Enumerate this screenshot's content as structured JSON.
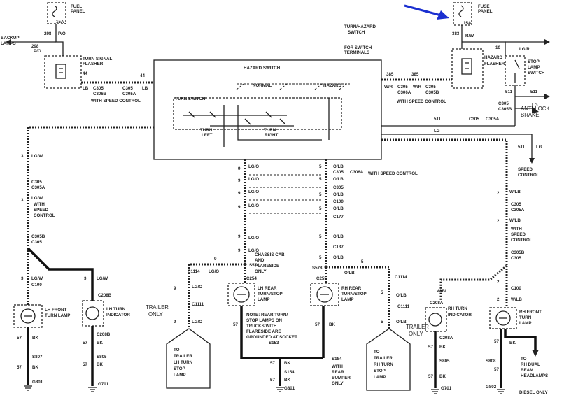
{
  "components": {
    "fuse_left": {
      "lines": [
        "FUEL",
        "PANEL"
      ],
      "rating": "15A"
    },
    "fuse_right": {
      "lines": [
        "FUSE",
        "PANEL"
      ],
      "rating": "15A"
    },
    "turn_flasher": {
      "lines": [
        "TURN SIGNAL",
        "FLASHER"
      ]
    },
    "hazard_flasher": {
      "lines": [
        "HAZARD",
        "FLASHER"
      ]
    },
    "stop_lamp_switch": {
      "lines": [
        "STOP",
        "LAMP",
        "SWITCH"
      ]
    },
    "hazard_switch": "HAZARD SWITCH",
    "turn_switch": "TURN SWITCH",
    "normal": "NORMAL",
    "hazard": "HAZARD",
    "turn_left": [
      "TURN",
      "LEFT"
    ],
    "turn_right": [
      "TURN",
      "RIGHT"
    ],
    "turn_hazard_switch": [
      "TURN/HAZARD",
      "SWITCH"
    ],
    "switch_terminals": [
      "FOR SWITCH",
      "TERMINALS"
    ],
    "backup_lamps": [
      "BACKUP",
      "LAMPS"
    ],
    "antilock": [
      "ANTI-LOCK",
      "BRAKE"
    ],
    "speed_control_right": [
      "SPEED",
      "CONTROL"
    ],
    "lh_front": [
      "LH FRONT",
      "TURN LAMP"
    ],
    "lh_indicator": [
      "LH TURN",
      "INDICATOR"
    ],
    "rh_front": [
      "RH FRONT",
      "TURN",
      "LAMP"
    ],
    "rh_indicator": [
      "RH TURN",
      "INDICATOR"
    ],
    "lh_rear": [
      "LH REAR",
      "TURN/STOP",
      "LAMP"
    ],
    "rh_rear": [
      "RH REAR",
      "TURN/STOP",
      "LAMP"
    ],
    "trailer_only_left": [
      "TRAILER",
      "ONLY"
    ],
    "trailer_only_right": [
      "TRAILER",
      "ONLY"
    ],
    "trailer_lh": [
      "TO",
      "TRAILER",
      "LH TURN",
      "STOP",
      "LAMP"
    ],
    "trailer_rh": [
      "TO",
      "TRAILER",
      "RH TURN",
      "STOP",
      "LAMP"
    ],
    "chassis_cab": [
      "CHASSIS CAB",
      "AND",
      "FLARESIDE",
      "ONLY"
    ],
    "note": [
      "NOTE: REAR TURN/",
      "STOP LAMPS ON",
      "TRUCKS WITH",
      "FLARESIDE ARE",
      "GROUNDED AT SOCKET"
    ],
    "rear_bumper": [
      "WITH",
      "REAR",
      "BUMPER",
      "ONLY"
    ],
    "rh_dual": [
      "TO",
      "RH DUAL",
      "BEAM",
      "HEADLAMPS"
    ],
    "diesel_only": "DIESEL ONLY"
  },
  "wire_labels": {
    "w298": "298",
    "po": "P/O",
    "w44": "44",
    "lb": "LB",
    "lgw": "LG/W",
    "w3": "3",
    "w385": "385",
    "wr": "W/R",
    "w383": "383",
    "rw": "R/W",
    "w10": "10",
    "lgr": "LG/R",
    "w511": "511",
    "lg": "LG",
    "w9": "9",
    "lgo": "LG/O",
    "w5": "5",
    "olb": "O/LB",
    "w2": "2",
    "wlb": "W/LB",
    "wbl": "W/BL",
    "w57": "57",
    "bk": "BK"
  },
  "connectors": {
    "c305": "C305",
    "c305a": "C305A",
    "c305b": "C305B",
    "c306b": "C306B",
    "c306a": "C306A",
    "c100": "C100",
    "c177": "C177",
    "c137": "C137",
    "c254": "C254",
    "c255": "C255",
    "c1114": "C1114",
    "c1111": "C1111",
    "c208a": "C208A",
    "c208b": "C208B",
    "s576": "S576",
    "s578": "S578",
    "s153": "S153",
    "s154": "S154",
    "s184": "S184",
    "s807": "S807",
    "s805": "S805",
    "s808": "S808",
    "g801": "G801",
    "g701": "G701",
    "g802": "G802"
  },
  "with_speed_control": [
    "WITH SPEED CONTROL",
    "WITH",
    "SPEED",
    "CONTROL"
  ]
}
